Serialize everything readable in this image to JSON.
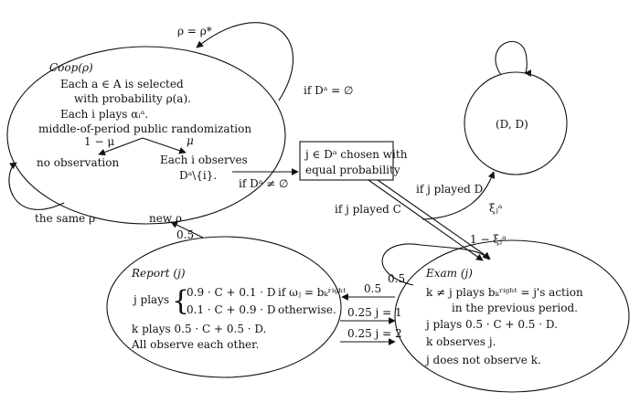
{
  "coop": {
    "title": "Coop(ρ)",
    "line1": "Each a ∈ A is selected",
    "line2": "with probability ρ(a).",
    "line3": "Each i  plays αᵢᵃ.",
    "line4": "middle-of-period public randomization",
    "branch_left_prob": "1 − μ",
    "branch_right_prob": "μ",
    "no_observation": "no observation",
    "each_observes_1": "Each i observes",
    "each_observes_2": "Dᵃ\\{i}."
  },
  "dd": {
    "label": "(D, D)"
  },
  "choose_box": {
    "line1": "j ∈ Dᵃ chosen with",
    "line2": "equal probability"
  },
  "report": {
    "title": "Report (j)",
    "plays": "j plays",
    "case1_value": "0.9 · C + 0.1 · D",
    "case1_cond": "if ωⱼ = bₖʳⁱᵍʰᵗ,",
    "case2_value": "0.1 · C + 0.9 · D",
    "case2_cond": "otherwise.",
    "k_plays": "k plays 0.5 · C + 0.5 · D.",
    "observe_all": "All observe each other."
  },
  "exam": {
    "title": "Exam (j)",
    "line1": "k ≠ j plays bₖʳⁱᵍʰᵗ = j's action",
    "line2": "in the previous period.",
    "line3": "j plays 0.5 · C + 0.5 · D.",
    "line4": "k observes j.",
    "line5": "j does not observe k."
  },
  "edges": {
    "rho_star": "ρ = ρ*",
    "if_empty": "if Dᵃ = ∅",
    "if_nonempty": "if Dᵃ ≠ ∅",
    "same_rho": "the same ρ",
    "new_rho": "new ρ",
    "p_report_to_coop": "0.5",
    "if_played_c": "if j played C",
    "if_played_d": "if j played D",
    "xi": "ξⱼᵃ",
    "one_minus_xi": "1 − ξⱼᵃ",
    "exam_self": "0.5",
    "exam_to_report": "0.5",
    "j1": "0.25  j = 1",
    "j2": "0.25  j = 2"
  }
}
